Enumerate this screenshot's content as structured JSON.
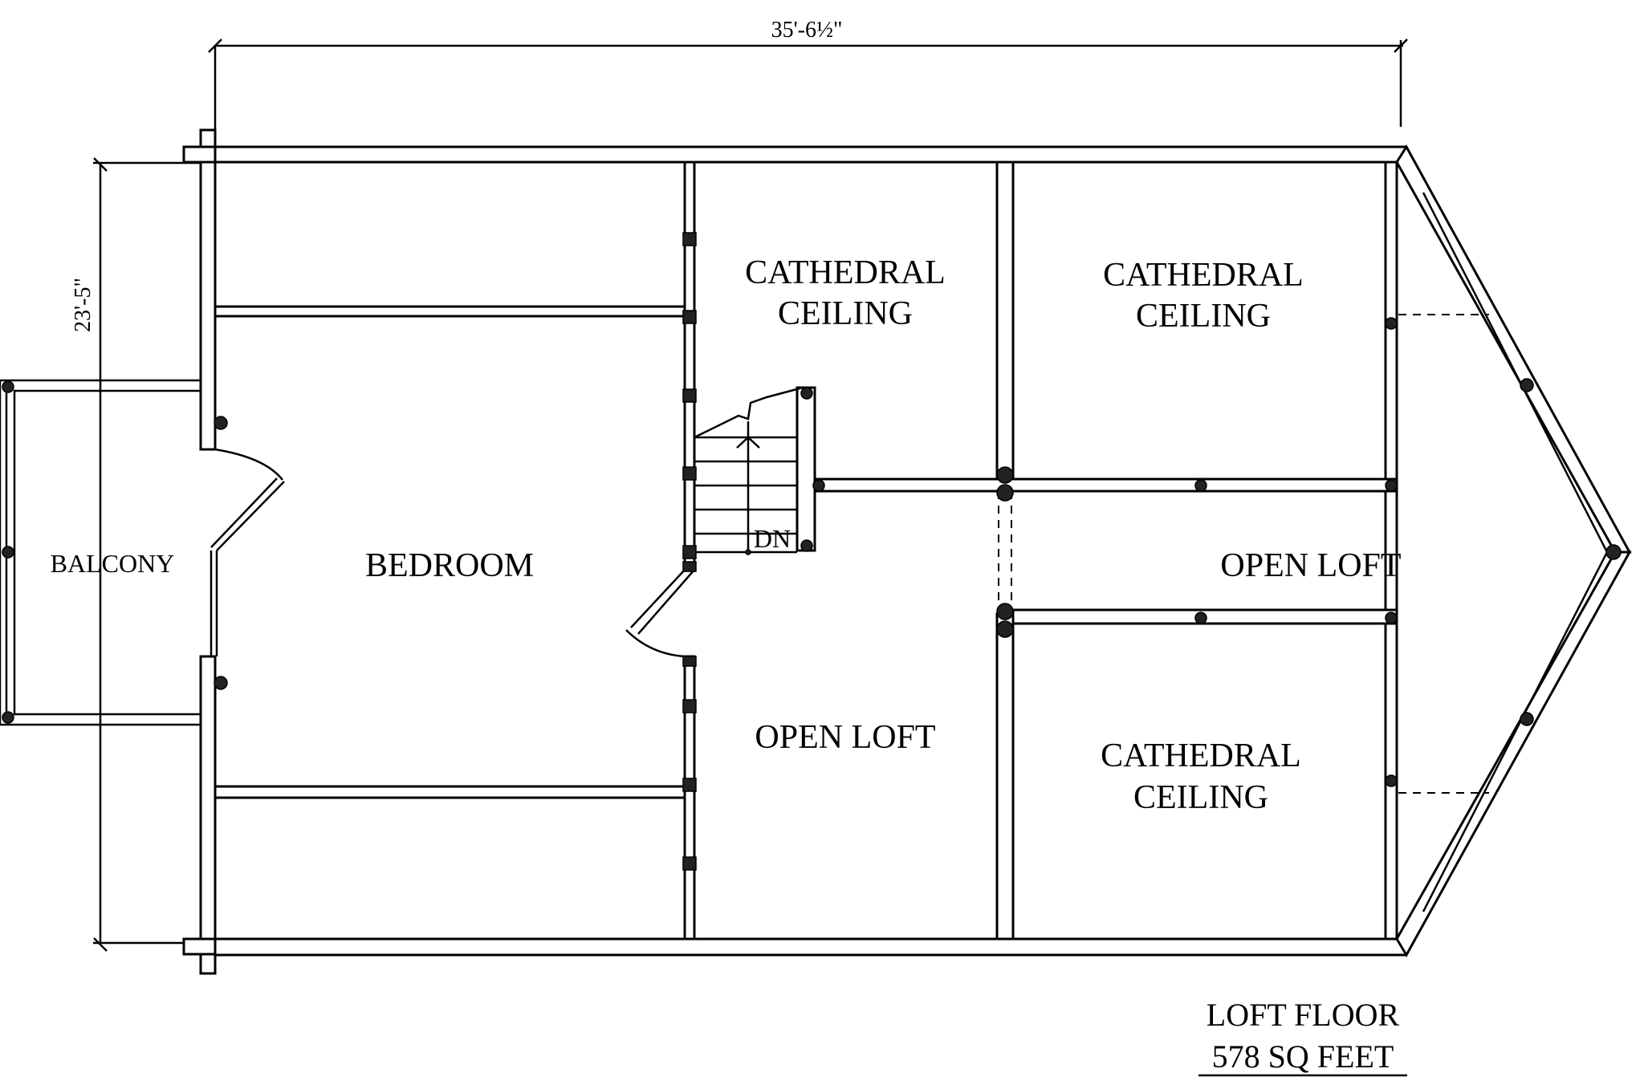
{
  "dimensions": {
    "width": "35'-6½\"",
    "depth": "23'-5\""
  },
  "rooms": {
    "balcony": "BALCONY",
    "bedroom": "BEDROOM",
    "cathedral_ceiling_1": [
      "CATHEDRAL",
      "CEILING"
    ],
    "cathedral_ceiling_2": [
      "CATHEDRAL",
      "CEILING"
    ],
    "cathedral_ceiling_3": [
      "CATHEDRAL",
      "CEILING"
    ],
    "open_loft_center": "OPEN LOFT",
    "open_loft_right": "OPEN LOFT"
  },
  "stair_label": "DN",
  "footer": {
    "title": "LOFT FLOOR",
    "area": "578 SQ FEET"
  }
}
